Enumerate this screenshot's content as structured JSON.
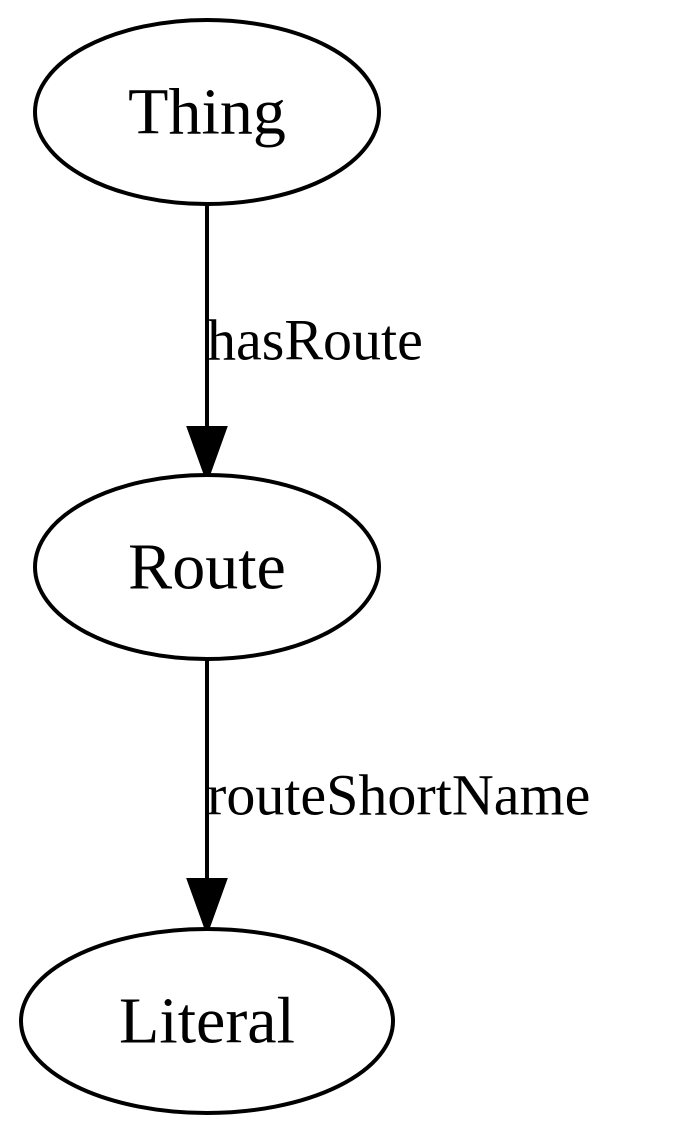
{
  "diagram": {
    "type": "directed-graph",
    "nodes": [
      {
        "id": "thing",
        "label": "Thing"
      },
      {
        "id": "route",
        "label": "Route"
      },
      {
        "id": "literal",
        "label": "Literal"
      }
    ],
    "edges": [
      {
        "from": "thing",
        "to": "route",
        "label": "hasRoute"
      },
      {
        "from": "route",
        "to": "literal",
        "label": "routeShortName"
      }
    ]
  }
}
